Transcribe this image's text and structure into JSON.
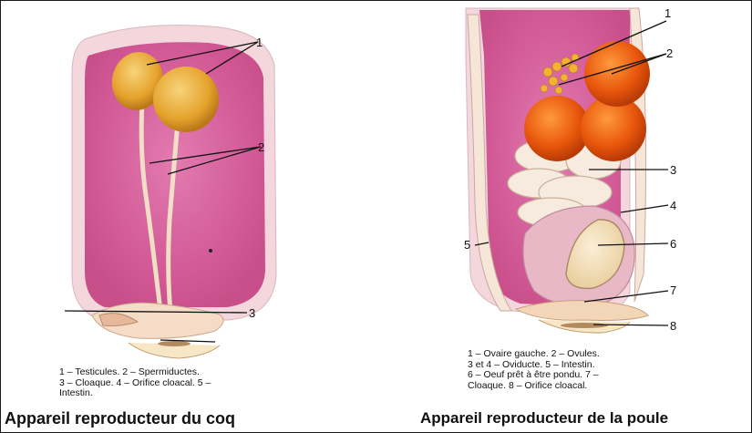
{
  "rooster": {
    "title": "Appareil reproducteur du coq",
    "legend": "1 – Testicules.  2 – Spermiductes.\n3 – Cloaque. 4 – Orifice cloacal. 5 –\nIntestin.",
    "callouts": [
      "1",
      "2",
      "3"
    ]
  },
  "hen": {
    "title": "Appareil reproducteur de la poule",
    "legend": "1 – Ovaire  gauche.  2 – Ovules.\n3  et  4 – Oviducte.  5 – Intestin.\n6 – Oeuf  prêt  à  être  pondu.  7 –\nCloaque.  8 – Orifice cloacal.",
    "callouts": [
      "1",
      "2",
      "3",
      "4",
      "5",
      "6",
      "7",
      "8"
    ]
  },
  "colors": {
    "tissue_pink": "#d9609e",
    "tissue_light": "#f3d7dc",
    "testis_yellow": "#e8a630",
    "ovum_orange": "#e65a10",
    "cream": "#f6e3c6"
  }
}
